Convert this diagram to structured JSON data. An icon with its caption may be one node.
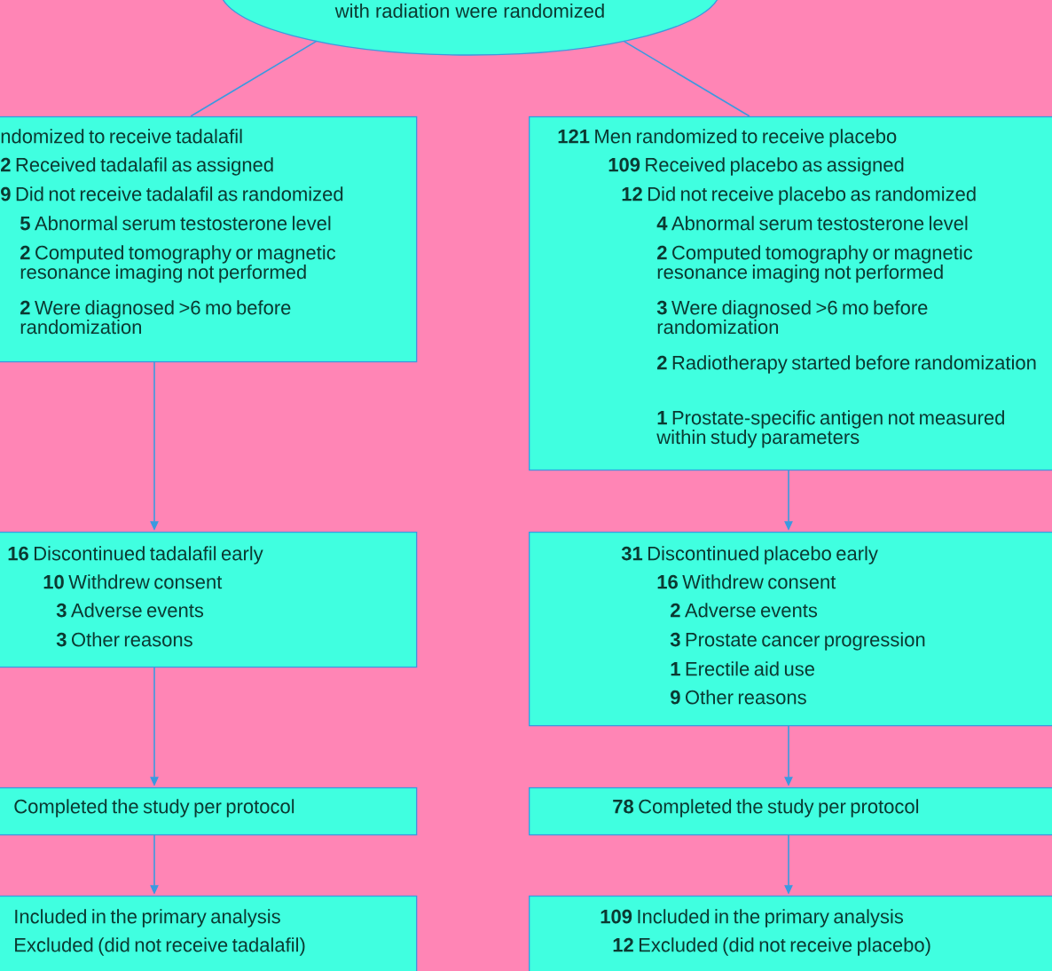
{
  "diagram": {
    "nodes": [
      {
        "text": [
          "with radiation were randomized"
        ]
      },
      {
        "text": [
          "ndomized to receive tadalafil",
          "**2** Received tadalafil as assigned",
          "**9** Did not receive tadalafil as randomized",
          "**5** Abnormal serum testosterone level",
          "**2** Computed tomography or magnetic resonance imaging not performed",
          "**2** Were diagnosed >6 mo before randomization"
        ]
      },
      {
        "text": [
          "**121** Men randomized to receive placebo",
          "**109** Received placebo as assigned",
          "**12** Did not receive placebo as randomized",
          "**4** Abnormal serum testosterone level",
          "**2** Computed tomography or magnetic resonance imaging not performed",
          "**3** Were diagnosed >6 mo before randomization",
          "**2** Radiotherapy started before randomization",
          "**1** Prostate-specific antigen not measured within study parameters"
        ]
      },
      {
        "text": [
          "**16** Discontinued tadalafil early",
          "**10** Withdrew consent",
          "**3** Adverse events",
          "**3** Other reasons"
        ]
      },
      {
        "text": [
          "**31** Discontinued placebo early",
          "**16** Withdrew consent",
          "**2** Adverse events",
          "**3** Prostate cancer progression",
          "**1** Erectile aid use",
          "**9** Other reasons"
        ]
      },
      {
        "text": [
          "Completed the study per protocol"
        ]
      },
      {
        "text": [
          "**78** Completed the study per protocol"
        ]
      },
      {
        "text": [
          "Included in the primary analysis",
          "Excluded (did not receive tadalafil)"
        ]
      },
      {
        "text": [
          "**109** Included in the primary analysis",
          "**12** Excluded (did not receive placebo)"
        ]
      }
    ],
    "edges": [
      {
        "from": 0,
        "to": 1,
        "arrow": "none"
      },
      {
        "from": 0,
        "to": 2,
        "arrow": "none"
      },
      {
        "from": 1,
        "to": 3,
        "arrow": "to"
      },
      {
        "from": 2,
        "to": 4,
        "arrow": "to"
      },
      {
        "from": 3,
        "to": 5,
        "arrow": "to"
      },
      {
        "from": 4,
        "to": 6,
        "arrow": "to"
      },
      {
        "from": 5,
        "to": 7,
        "arrow": "to"
      },
      {
        "from": 6,
        "to": 8,
        "arrow": "to"
      }
    ]
  }
}
